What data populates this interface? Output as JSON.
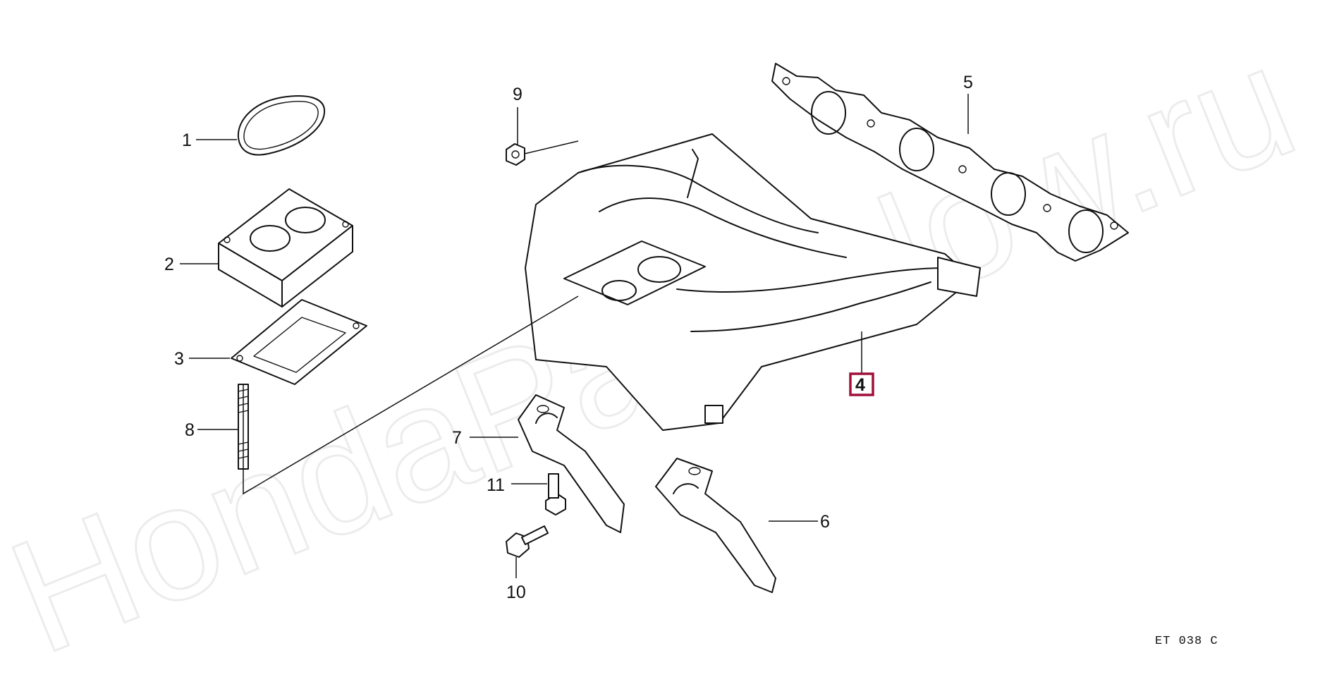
{
  "watermark": "HondaPartsNow.ru",
  "diagram_code": "ET 038 C",
  "highlight_color": "#a0103a",
  "callouts": {
    "c1": "1",
    "c2": "2",
    "c3": "3",
    "c4": "4",
    "c5": "5",
    "c6": "6",
    "c7": "7",
    "c8": "8",
    "c9": "9",
    "c10": "10",
    "c11": "11"
  }
}
